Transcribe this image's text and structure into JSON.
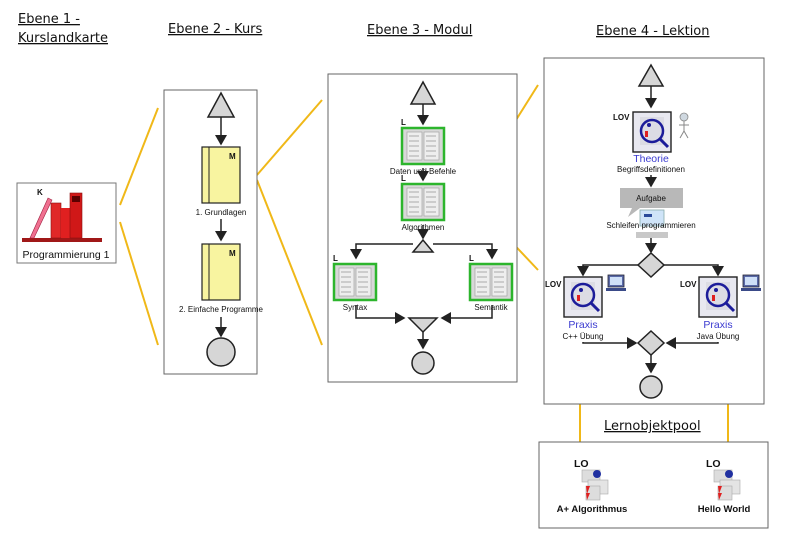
{
  "headings": {
    "level1_line1": "Ebene 1 -",
    "level1_line2": "Kurslandkarte",
    "level2": "Ebene 2 - Kurs",
    "level3": "Ebene 3 - Modul",
    "level4": "Ebene 4 - Lektion",
    "pool": "Lernobjektpool"
  },
  "level1": {
    "tag": "K",
    "course": "Programmierung 1"
  },
  "level2": {
    "modules": [
      {
        "tag": "M",
        "label": "1. Grundlagen"
      },
      {
        "tag": "M",
        "label": "2. Einfache Programme"
      }
    ]
  },
  "level3": {
    "lessons": [
      {
        "tag": "L",
        "label": "Daten und Befehle"
      },
      {
        "tag": "L",
        "label": "Algorithmen"
      },
      {
        "tag": "L",
        "label": "Syntax"
      },
      {
        "tag": "L",
        "label": "Semantik"
      }
    ]
  },
  "level4": {
    "theory": {
      "tag": "LOV",
      "title": "Theorie",
      "subtitle": "Begriffsdefinitionen"
    },
    "task": {
      "title": "Aufgabe",
      "subtitle": "Schleifen programmieren"
    },
    "practice": [
      {
        "tag": "LOV",
        "title": "Praxis",
        "subtitle": "C++ Übung"
      },
      {
        "tag": "LOV",
        "title": "Praxis",
        "subtitle": "Java Übung"
      }
    ]
  },
  "pool": {
    "objects": [
      {
        "tag": "LO",
        "label": "A+ Algorithmus"
      },
      {
        "tag": "LO",
        "label": "Hello World"
      }
    ]
  },
  "colors": {
    "connector": "#f0b818",
    "module_fill": "#f8f4a0",
    "lesson_border": "#2db52d",
    "title_blue": "#3a3ad0"
  }
}
